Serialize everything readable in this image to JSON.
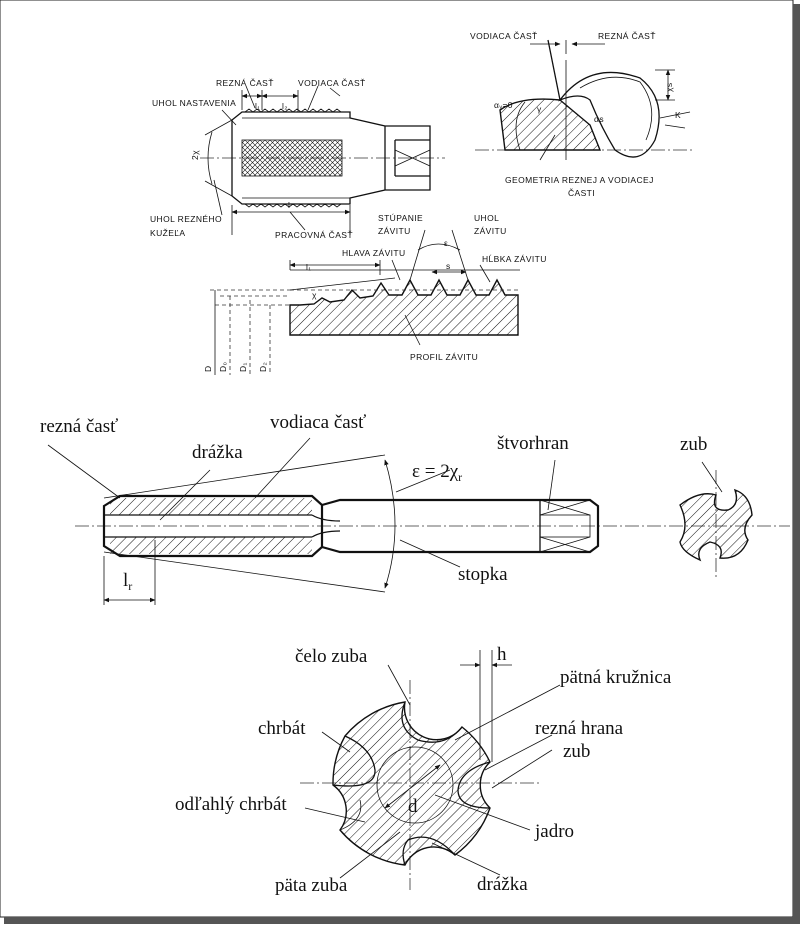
{
  "top_tap": {
    "labels": {
      "rezna_cast": "REZNÁ ČASŤ",
      "vodiaca_cast": "VODIACA ČASŤ",
      "uhol_nastavenia": "UHOL NASTAVENIA",
      "l1": "l₁",
      "l2": "l₂",
      "two_chi": "2χ",
      "uhol_rezneho": "UHOL REZNÉHO",
      "kuzela": "KUŽEĽA",
      "l": "l",
      "pracovna_cast": "PRACOVNÁ ČASŤ"
    }
  },
  "geometry": {
    "labels": {
      "vodiaca_cast": "VODIACA ČASŤ",
      "rezna_cast": "REZNÁ ČASŤ",
      "alpha_zero": "αᵥ=0",
      "gamma": "γ",
      "alpha_s": "αs",
      "chi_s": "χs",
      "k": "K",
      "line1": "GEOMETRIA REZNEJ A VODIACEJ",
      "line2": "ČASTI"
    }
  },
  "profile": {
    "labels": {
      "stupanie": "STÚPANIE",
      "zavitu1": "ZÁVITU",
      "uhol": "UHOL",
      "zavitu2": "ZÁVITU",
      "hlava_zavitu": "HLAVA ZÁVITU",
      "hlbka_zavitu": "HĹBKA ZÁVITU",
      "epsilon": "ε",
      "s": "s",
      "l1": "l₁",
      "chi": "χ",
      "D": "D",
      "D0": "D₀",
      "D1": "D₁",
      "D2": "D₂",
      "profil_zavitu": "PROFIL ZÁVITU"
    }
  },
  "main_tap": {
    "labels": {
      "rezna_cast": "rezná časť",
      "vodiaca_cast": "vodiaca časť",
      "drazka": "drážka",
      "stvorhran": "štvorhran",
      "epsilon_eq": "ε = 2χ",
      "epsilon_sub": "r",
      "lr": "l",
      "lr_sub": "r",
      "stopka": "stopka",
      "zub": "zub"
    }
  },
  "cross_section": {
    "labels": {
      "h": "h",
      "celo_zuba": "čelo zuba",
      "patna_kruznica": "pätná kružnica",
      "rezna_hrana": "rezná hrana",
      "zub": "zub",
      "chrbat": "chrbát",
      "odlahly_chrbat": "odľahlý chrbát",
      "d": "d",
      "jadro": "jadro",
      "pata_zuba": "päta zuba",
      "drazka": "drážka"
    }
  }
}
